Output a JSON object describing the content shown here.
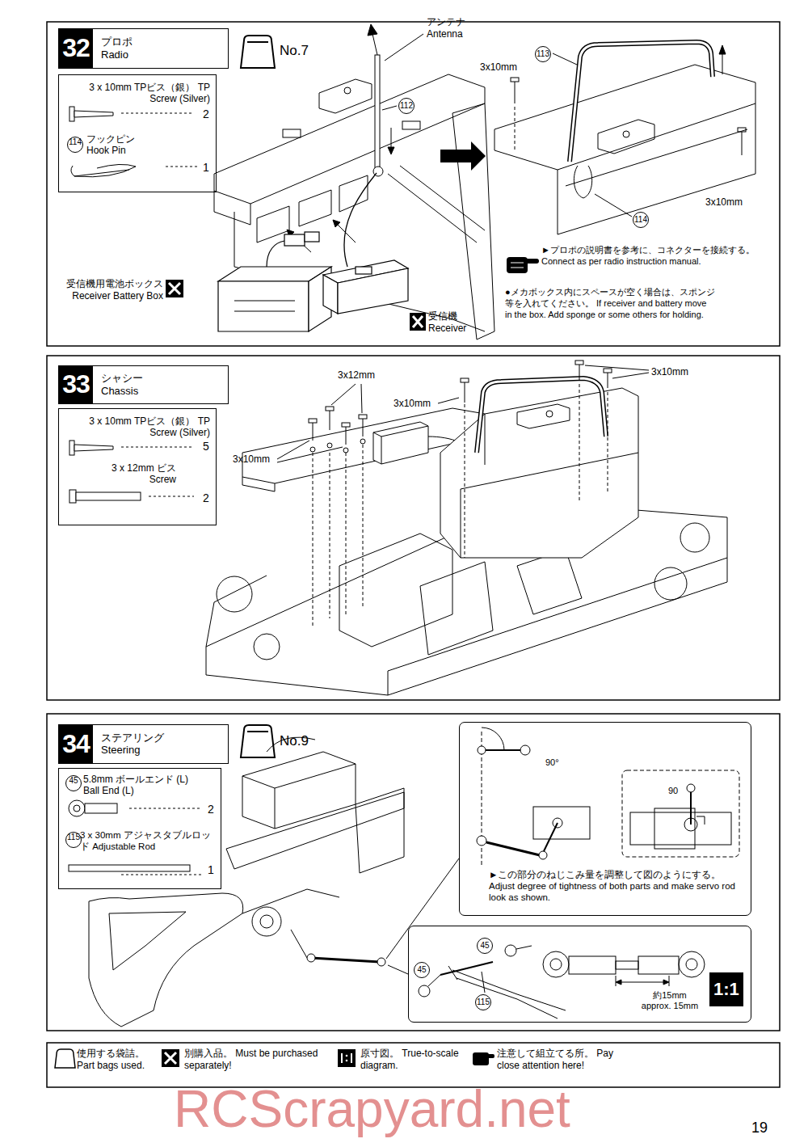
{
  "diagram": {
    "nodes": [
      {
        "text": [
          "32",
          "プロポ Radio"
        ]
      },
      {
        "text": [
          "3 x 10mm TPビス（銀） TP Screw (Silver)",
          "2",
          "114",
          "フックピン Hook Pin",
          "1"
        ]
      },
      {
        "text": [
          "33",
          "シャシー Chassis"
        ]
      },
      {
        "text": [
          "3 x 10mm TPビス（銀） TP Screw (Silver)",
          "5",
          "3 x 12mm ビス Screw",
          "2"
        ]
      },
      {
        "text": [
          "34",
          "ステアリング Steering"
        ]
      },
      {
        "text": [
          "45",
          "5.8mm ボールエンド (L) Ball End (L)",
          "2",
          "115",
          "3 x 30mm アジャスタブルロッド Adjustable Rod",
          "1"
        ]
      },
      {
        "text": [
          "►この部分のねじこみ量を調整して図のようにする。 Adjust degree of tightness of both parts and make servo rod look as shown."
        ]
      },
      {
        "text": [
          "約15mm approx. 15mm"
        ]
      }
    ],
    "labels": [
      "アンテナ Antenna",
      "112",
      "No.7",
      "113",
      "3x10mm",
      "114",
      "3x10mm",
      "受信機用電池ボックス Receiver Battery Box",
      "受信機 Receiver",
      "►プロポの説明書を参考に、コネクターを接続する。 Connect as per radio instruction manual.",
      "●メカボックス内にスペースが空く場合は、スポンジ等を入れてください。 If receiver and battery move in the box. Add sponge or some others for holding.",
      "3x12mm",
      "3x10mm",
      "3x10mm",
      "3x10mm",
      "No.9",
      "90°",
      "90",
      "45",
      "45",
      "115",
      "1:1",
      "RCScrapyard.net",
      "19"
    ],
    "legend": [
      {
        "text": "使用する袋詰。 Part bags used."
      },
      {
        "text": "別購入品。 Must be purchased separately!"
      },
      {
        "text": "原寸図。 True-to-scale diagram."
      },
      {
        "text": "注意して組立てる所。 Pay close attention here!"
      }
    ]
  }
}
